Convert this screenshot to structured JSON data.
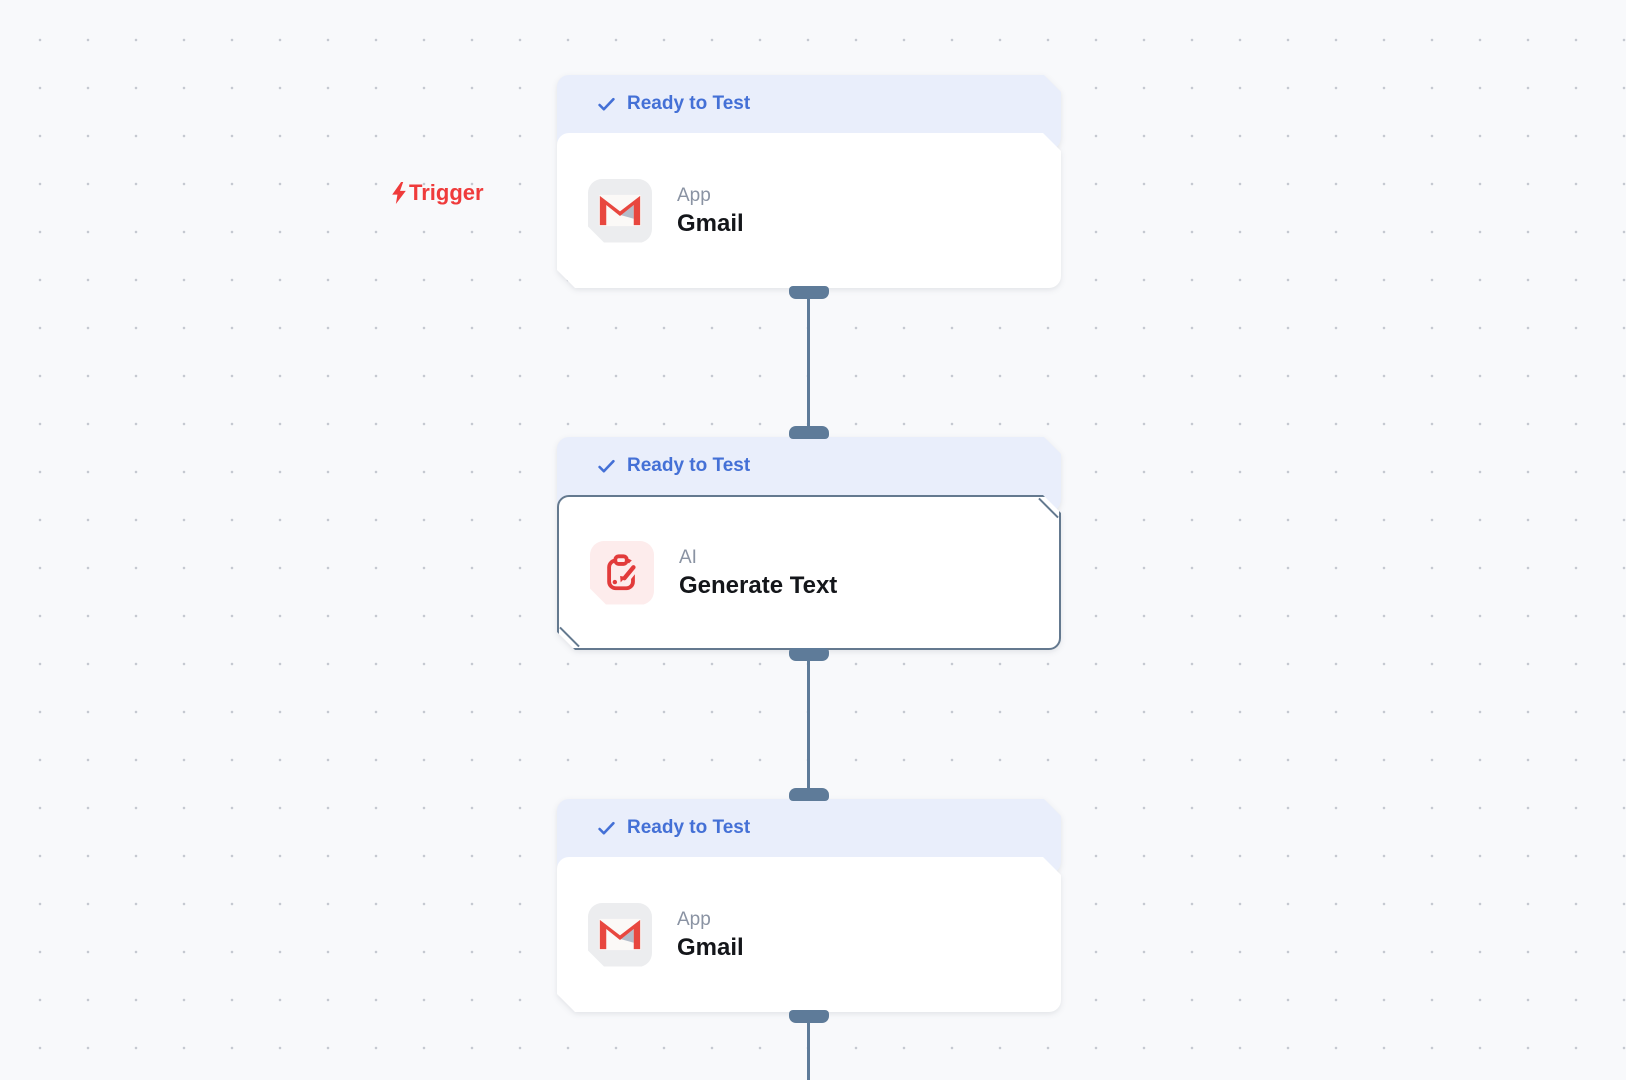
{
  "canvas": {
    "background_color": "#F8F9FB",
    "dot_color": "#C5C9D1"
  },
  "trigger": {
    "label": "Trigger",
    "icon": "lightning-bolt-icon",
    "color": "#EF3B3B"
  },
  "status_badge": {
    "icon": "checkmark-icon",
    "text_color": "#4470D6",
    "background_color": "#E9EEFB"
  },
  "nodes": [
    {
      "status": "Ready to Test",
      "type_label": "App",
      "title": "Gmail",
      "icon": "gmail-icon",
      "selected": false
    },
    {
      "status": "Ready to Test",
      "type_label": "AI",
      "title": "Generate Text",
      "icon": "ai-generate-text-icon",
      "selected": true
    },
    {
      "status": "Ready to Test",
      "type_label": "App",
      "title": "Gmail",
      "icon": "gmail-icon",
      "selected": false
    }
  ],
  "connector": {
    "color": "#5E7B99"
  },
  "selection": {
    "border_color": "#64798F"
  }
}
